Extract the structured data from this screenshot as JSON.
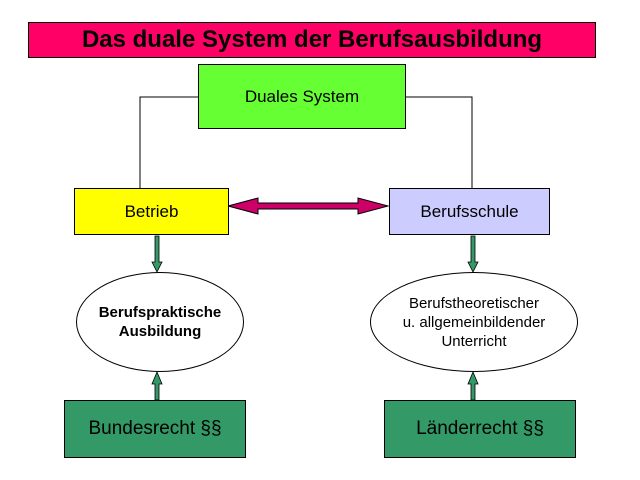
{
  "title": "Das duale System der Berufsausbildung",
  "nodes": {
    "dual": "Duales System",
    "betrieb": "Betrieb",
    "schule": "Berufsschule",
    "praxis_line1": "Berufspraktische",
    "praxis_line2": "Ausbildung",
    "theorie_line1": "Berufstheoretischer",
    "theorie_line2": "u. allgemeinbildender",
    "theorie_line3": "Unterricht",
    "bund": "Bundesrecht §§",
    "laender": "Länderrecht §§"
  },
  "colors": {
    "title_bg": "#ff0066",
    "dual_bg": "#66ff33",
    "betrieb_bg": "#ffff00",
    "schule_bg": "#ccccff",
    "law_bg": "#339966",
    "double_arrow": "#cc0066",
    "down_arrow": "#339966"
  }
}
